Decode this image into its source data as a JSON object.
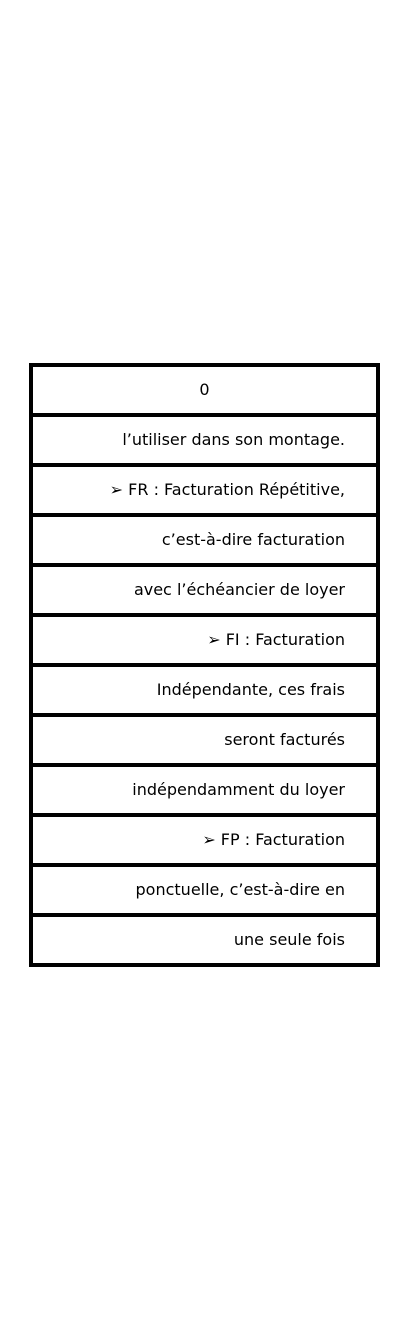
{
  "table": {
    "rows": [
      "0",
      "l’utiliser dans son montage.",
      "➢ FR : Facturation Répétitive,",
      "c’est-à-dire facturation",
      "avec l’échéancier de loyer",
      "➢ FI : Facturation",
      "Indépendante, ces frais",
      "seront facturés",
      "indépendamment du loyer",
      "➢ FP : Facturation",
      "ponctuelle, c’est-à-dire en",
      "une seule fois"
    ]
  }
}
